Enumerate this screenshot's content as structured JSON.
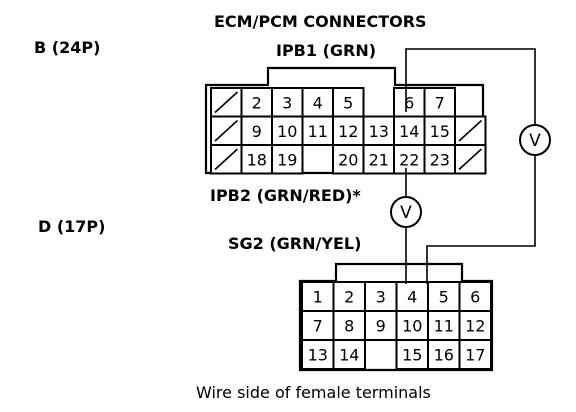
{
  "title": "ECM/PCM CONNECTORS",
  "connector_b": {
    "label": "B (24P)",
    "terminals": [
      {
        "text": "",
        "col": 0,
        "row": 0,
        "blank": true
      },
      {
        "text": "2",
        "col": 1,
        "row": 0
      },
      {
        "text": "3",
        "col": 2,
        "row": 0
      },
      {
        "text": "4",
        "col": 3,
        "row": 0
      },
      {
        "text": "5",
        "col": 4,
        "row": 0
      },
      {
        "text": "6",
        "col": 6,
        "row": 0
      },
      {
        "text": "7",
        "col": 7,
        "row": 0
      },
      {
        "text": "",
        "col": 0,
        "row": 1,
        "blank": true
      },
      {
        "text": "9",
        "col": 1,
        "row": 1
      },
      {
        "text": "10",
        "col": 2,
        "row": 1
      },
      {
        "text": "11",
        "col": 3,
        "row": 1
      },
      {
        "text": "12",
        "col": 4,
        "row": 1
      },
      {
        "text": "13",
        "col": 5,
        "row": 1
      },
      {
        "text": "14",
        "col": 6,
        "row": 1
      },
      {
        "text": "15",
        "col": 7,
        "row": 1
      },
      {
        "text": "",
        "col": 8,
        "row": 1,
        "blank": true
      },
      {
        "text": "",
        "col": 0,
        "row": 2,
        "blank": true
      },
      {
        "text": "18",
        "col": 1,
        "row": 2
      },
      {
        "text": "19",
        "col": 2,
        "row": 2
      },
      {
        "text": "20",
        "col": 4,
        "row": 2
      },
      {
        "text": "21",
        "col": 5,
        "row": 2
      },
      {
        "text": "22",
        "col": 6,
        "row": 2
      },
      {
        "text": "23",
        "col": 7,
        "row": 2
      },
      {
        "text": "",
        "col": 8,
        "row": 2,
        "blank": true
      }
    ]
  },
  "connector_d": {
    "label": "D (17P)",
    "terminals": [
      {
        "text": "1",
        "col": 0,
        "row": 0
      },
      {
        "text": "2",
        "col": 1,
        "row": 0
      },
      {
        "text": "3",
        "col": 2,
        "row": 0
      },
      {
        "text": "4",
        "col": 3,
        "row": 0
      },
      {
        "text": "5",
        "col": 4,
        "row": 0
      },
      {
        "text": "6",
        "col": 5,
        "row": 0
      },
      {
        "text": "7",
        "col": 0,
        "row": 1
      },
      {
        "text": "8",
        "col": 1,
        "row": 1
      },
      {
        "text": "9",
        "col": 2,
        "row": 1
      },
      {
        "text": "10",
        "col": 3,
        "row": 1
      },
      {
        "text": "11",
        "col": 4,
        "row": 1
      },
      {
        "text": "12",
        "col": 5,
        "row": 1
      },
      {
        "text": "13",
        "col": 0,
        "row": 2
      },
      {
        "text": "14",
        "col": 1,
        "row": 2
      },
      {
        "text": "15",
        "col": 3,
        "row": 2
      },
      {
        "text": "16",
        "col": 4,
        "row": 2
      },
      {
        "text": "17",
        "col": 5,
        "row": 2
      }
    ]
  },
  "wires": {
    "ipb1": "IPB1 (GRN)",
    "ipb2": "IPB2 (GRN/RED)*",
    "sg2": "SG2 (GRN/YEL)"
  },
  "meter_symbol": "V",
  "caption": "Wire side of female terminals"
}
